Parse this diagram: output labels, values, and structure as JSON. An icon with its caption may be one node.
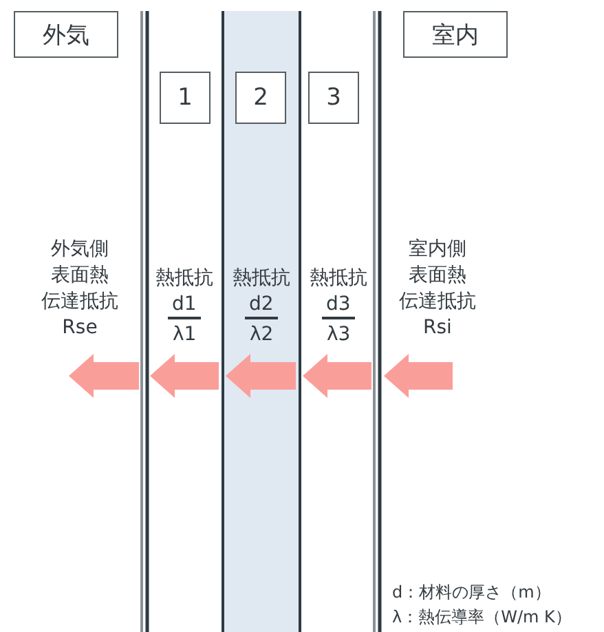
{
  "diagram": {
    "nodes": [
      {
        "text": [
          "外気"
        ]
      },
      {
        "text": [
          "1"
        ]
      },
      {
        "text": [
          "2"
        ]
      },
      {
        "text": [
          "3"
        ]
      },
      {
        "text": [
          "室内"
        ]
      }
    ],
    "labels": [
      "外気側表面熱伝達抵抗 Rse",
      "熱抵抗",
      "d1",
      "λ1",
      "熱抵抗",
      "d2",
      "λ2",
      "熱抵抗",
      "d3",
      "λ3",
      "室内側表面熱伝達抵抗 Rsi",
      "d：材料の厚さ（m）",
      "λ：熱伝導率（W/m K）"
    ]
  }
}
